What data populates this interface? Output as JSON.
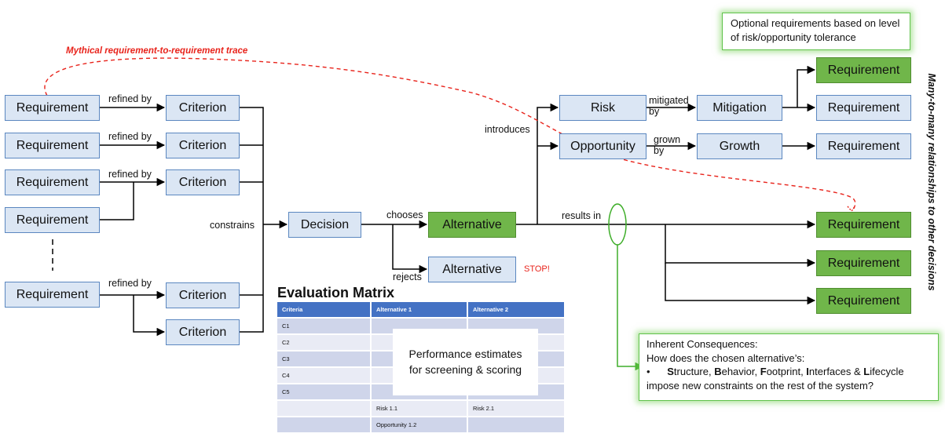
{
  "requirement_label": "Requirement",
  "criterion_label": "Criterion",
  "edge_labels": {
    "refined_by": "refined by",
    "constrains": "constrains",
    "chooses": "chooses",
    "rejects": "rejects",
    "introduces": "introduces",
    "mitigated_by": "mitigated\nby",
    "grown_by": "grown\nby",
    "results_in": "results in"
  },
  "nodes": {
    "decision": "Decision",
    "alternative_chosen": "Alternative",
    "alternative_rejected": "Alternative",
    "risk": "Risk",
    "opportunity": "Opportunity",
    "mitigation": "Mitigation",
    "growth": "Growth"
  },
  "stop_label": "STOP!",
  "mythical_trace": "Mythical requirement-to-requirement trace",
  "optional_callout": "Optional requirements based on level of risk/opportunity tolerance",
  "side_label": "Many-to-many relationships to other decisions",
  "consequences": {
    "title": "Inherent Consequences:",
    "question": "How does the chosen alternative’s:",
    "bullet_char": "•",
    "items": [
      {
        "initial": "S",
        "rest": "tructure, "
      },
      {
        "initial": "B",
        "rest": "ehavior, "
      },
      {
        "initial": "F",
        "rest": "ootprint, "
      },
      {
        "initial": "I",
        "rest": "nterfaces & "
      },
      {
        "initial": "L",
        "rest": "ifecycle"
      }
    ],
    "tail": "impose new constraints on the rest of the system?"
  },
  "matrix": {
    "title": "Evaluation Matrix",
    "headers": [
      "Criteria",
      "Alternative 1",
      "Alternative 2"
    ],
    "rows": [
      [
        "C1",
        "",
        ""
      ],
      [
        "C2",
        "",
        ""
      ],
      [
        "C3",
        "",
        ""
      ],
      [
        "C4",
        "",
        ""
      ],
      [
        "C5",
        "",
        ""
      ],
      [
        "",
        "Risk 1.1",
        "Risk 2.1"
      ],
      [
        "",
        "Opportunity 1.2",
        ""
      ]
    ],
    "overlay": "Performance estimates\nfor screening & scoring"
  },
  "colors": {
    "blue_fill": "#dbe6f4",
    "blue_border": "#5b87c0",
    "green_fill": "#70b64a",
    "trace_red": "#e8231b",
    "callout_green": "#5fc24a",
    "matrix_header": "#4472c4"
  }
}
